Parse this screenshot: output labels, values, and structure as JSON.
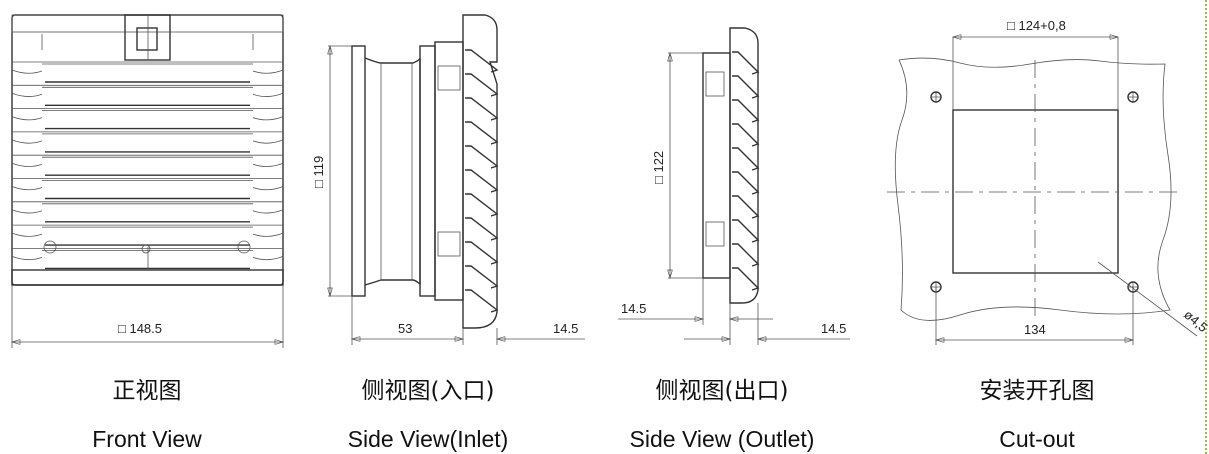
{
  "views": [
    {
      "cn": "正视图",
      "en": "Front View",
      "dims": [
        "□ 148.5"
      ]
    },
    {
      "cn": "侧视图(入口)",
      "en": "Side View(Inlet)",
      "dims": [
        "□ 119",
        "53",
        "14.5"
      ]
    },
    {
      "cn": "侧视图(出口)",
      "en": "Side View (Outlet)",
      "dims": [
        "□ 122",
        "14.5",
        "14.5"
      ]
    },
    {
      "cn": "安装开孔图",
      "en": "Cut-out",
      "dims": [
        "□ 124+0,8",
        "134",
        "ø4,5"
      ]
    }
  ],
  "colors": {
    "line": "#333333",
    "border": "#8cc63f"
  }
}
